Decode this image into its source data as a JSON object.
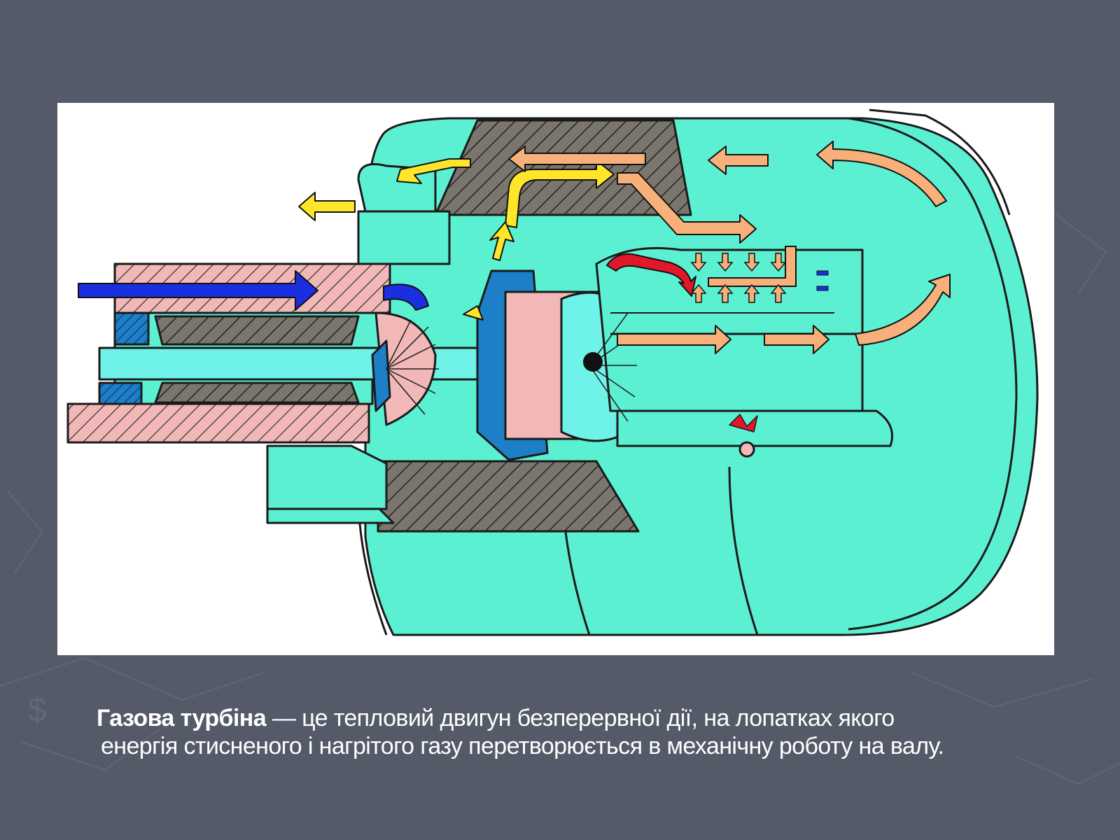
{
  "caption": {
    "term": "Газова турбіна",
    "line1_rest": " — це тепловий двигун безперервної дії, на лопатках якого",
    "line2": "енергія стисненого і нагрітого газу перетворюється в механічну роботу на валу."
  },
  "colors": {
    "background": "#555a68",
    "casing": "#5cf0d2",
    "hatch_gray": "#7a766e",
    "hatch_pink": "#f2b8b8",
    "blue_arrow": "#1a2fe0",
    "yellow_arrow": "#ffe62b",
    "orange_arrow": "#f7b07a",
    "red_arrow": "#e0182a"
  },
  "icons": {
    "slide_bullet": "black-pointer-triangle-icon",
    "engine_diagram": "gas-turbine-cutaway-diagram"
  }
}
